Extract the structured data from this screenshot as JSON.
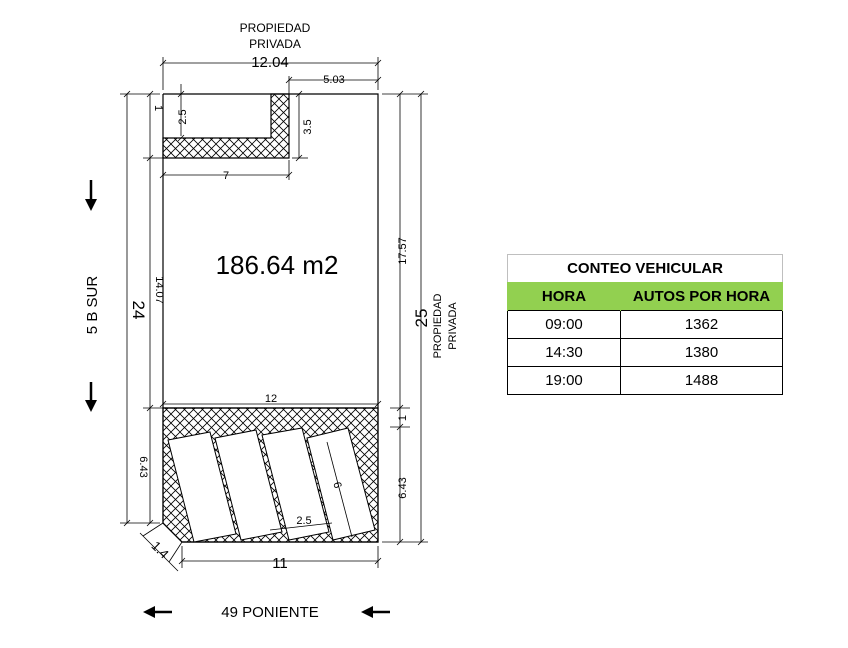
{
  "labels": {
    "top_neighbor_line1": "PROPIEDAD",
    "top_neighbor_line2": "PRIVADA",
    "right_neighbor_line1": "PROPIEDAD",
    "right_neighbor_line2": "PRIVADA",
    "left_street": "5 B SUR",
    "bottom_street": "49 PONIENTE",
    "area": "186.64 m2"
  },
  "dimensions": {
    "top_width": "12.04",
    "top_right_segment": "5.03",
    "top_left_gap": "1",
    "notch_depth": "2.5",
    "notch_right_height": "3.5",
    "upper_inner_width": "7",
    "left_total": "24",
    "left_inner_height": "14.07",
    "left_lower_height": "6.43",
    "right_total": "25",
    "right_upper_height": "17.57",
    "right_gap": "1",
    "right_lower_height": "6.43",
    "middle_width": "12",
    "bottom_width": "11",
    "chamfer": "1.4",
    "parking_width": "2.5",
    "parking_length": "6"
  },
  "table": {
    "title": "CONTEO VEHICULAR",
    "headers": [
      "HORA",
      "AUTOS POR HORA"
    ],
    "rows": [
      [
        "09:00",
        "1362"
      ],
      [
        "14:30",
        "1380"
      ],
      [
        "19:00",
        "1488"
      ]
    ],
    "header_color": "#92d050"
  },
  "icons": {
    "traffic_left": "arrow-down-icon",
    "traffic_bottom": "arrow-left-icon"
  }
}
